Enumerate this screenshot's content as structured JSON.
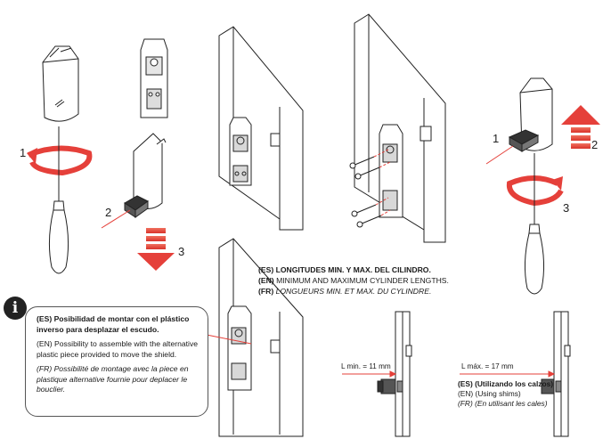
{
  "callouts": {
    "n1_left": "1",
    "n2_left": "2",
    "n3_left": "3",
    "n1_right": "1",
    "n2_right": "2",
    "n3_right": "3"
  },
  "info": {
    "icon": "i",
    "es": "(ES) Posibilidad de montar con el plástico inverso para desplazar el escudo.",
    "en": "(EN) Possibility to assemble with the alternative plastic piece provided to move the shield.",
    "fr": "(FR) Possibilité de montage avec la piece en plastique alternative fournie pour deplacer le bouclier."
  },
  "cylinder": {
    "es": "(ES) LONGITUDES MIN. Y MAX. DEL CILINDRO.",
    "en_prefix": "(EN)",
    "en": "MINIMUM AND MAXIMUM CYLINDER LENGTHS.",
    "fr_prefix": "(FR)",
    "fr": "LONGUEURS MIN. ET MAX. DU CYLINDRE.",
    "lmin": "L min. = 11 mm",
    "lmax": "L máx. = 17 mm",
    "shim_es": "(ES) (Utilizando los calzos)",
    "shim_en": "(EN) (Using shims)",
    "shim_fr": "(FR) (En utilisant les cales)"
  },
  "colors": {
    "accent": "#e5403a",
    "line": "#222222"
  }
}
